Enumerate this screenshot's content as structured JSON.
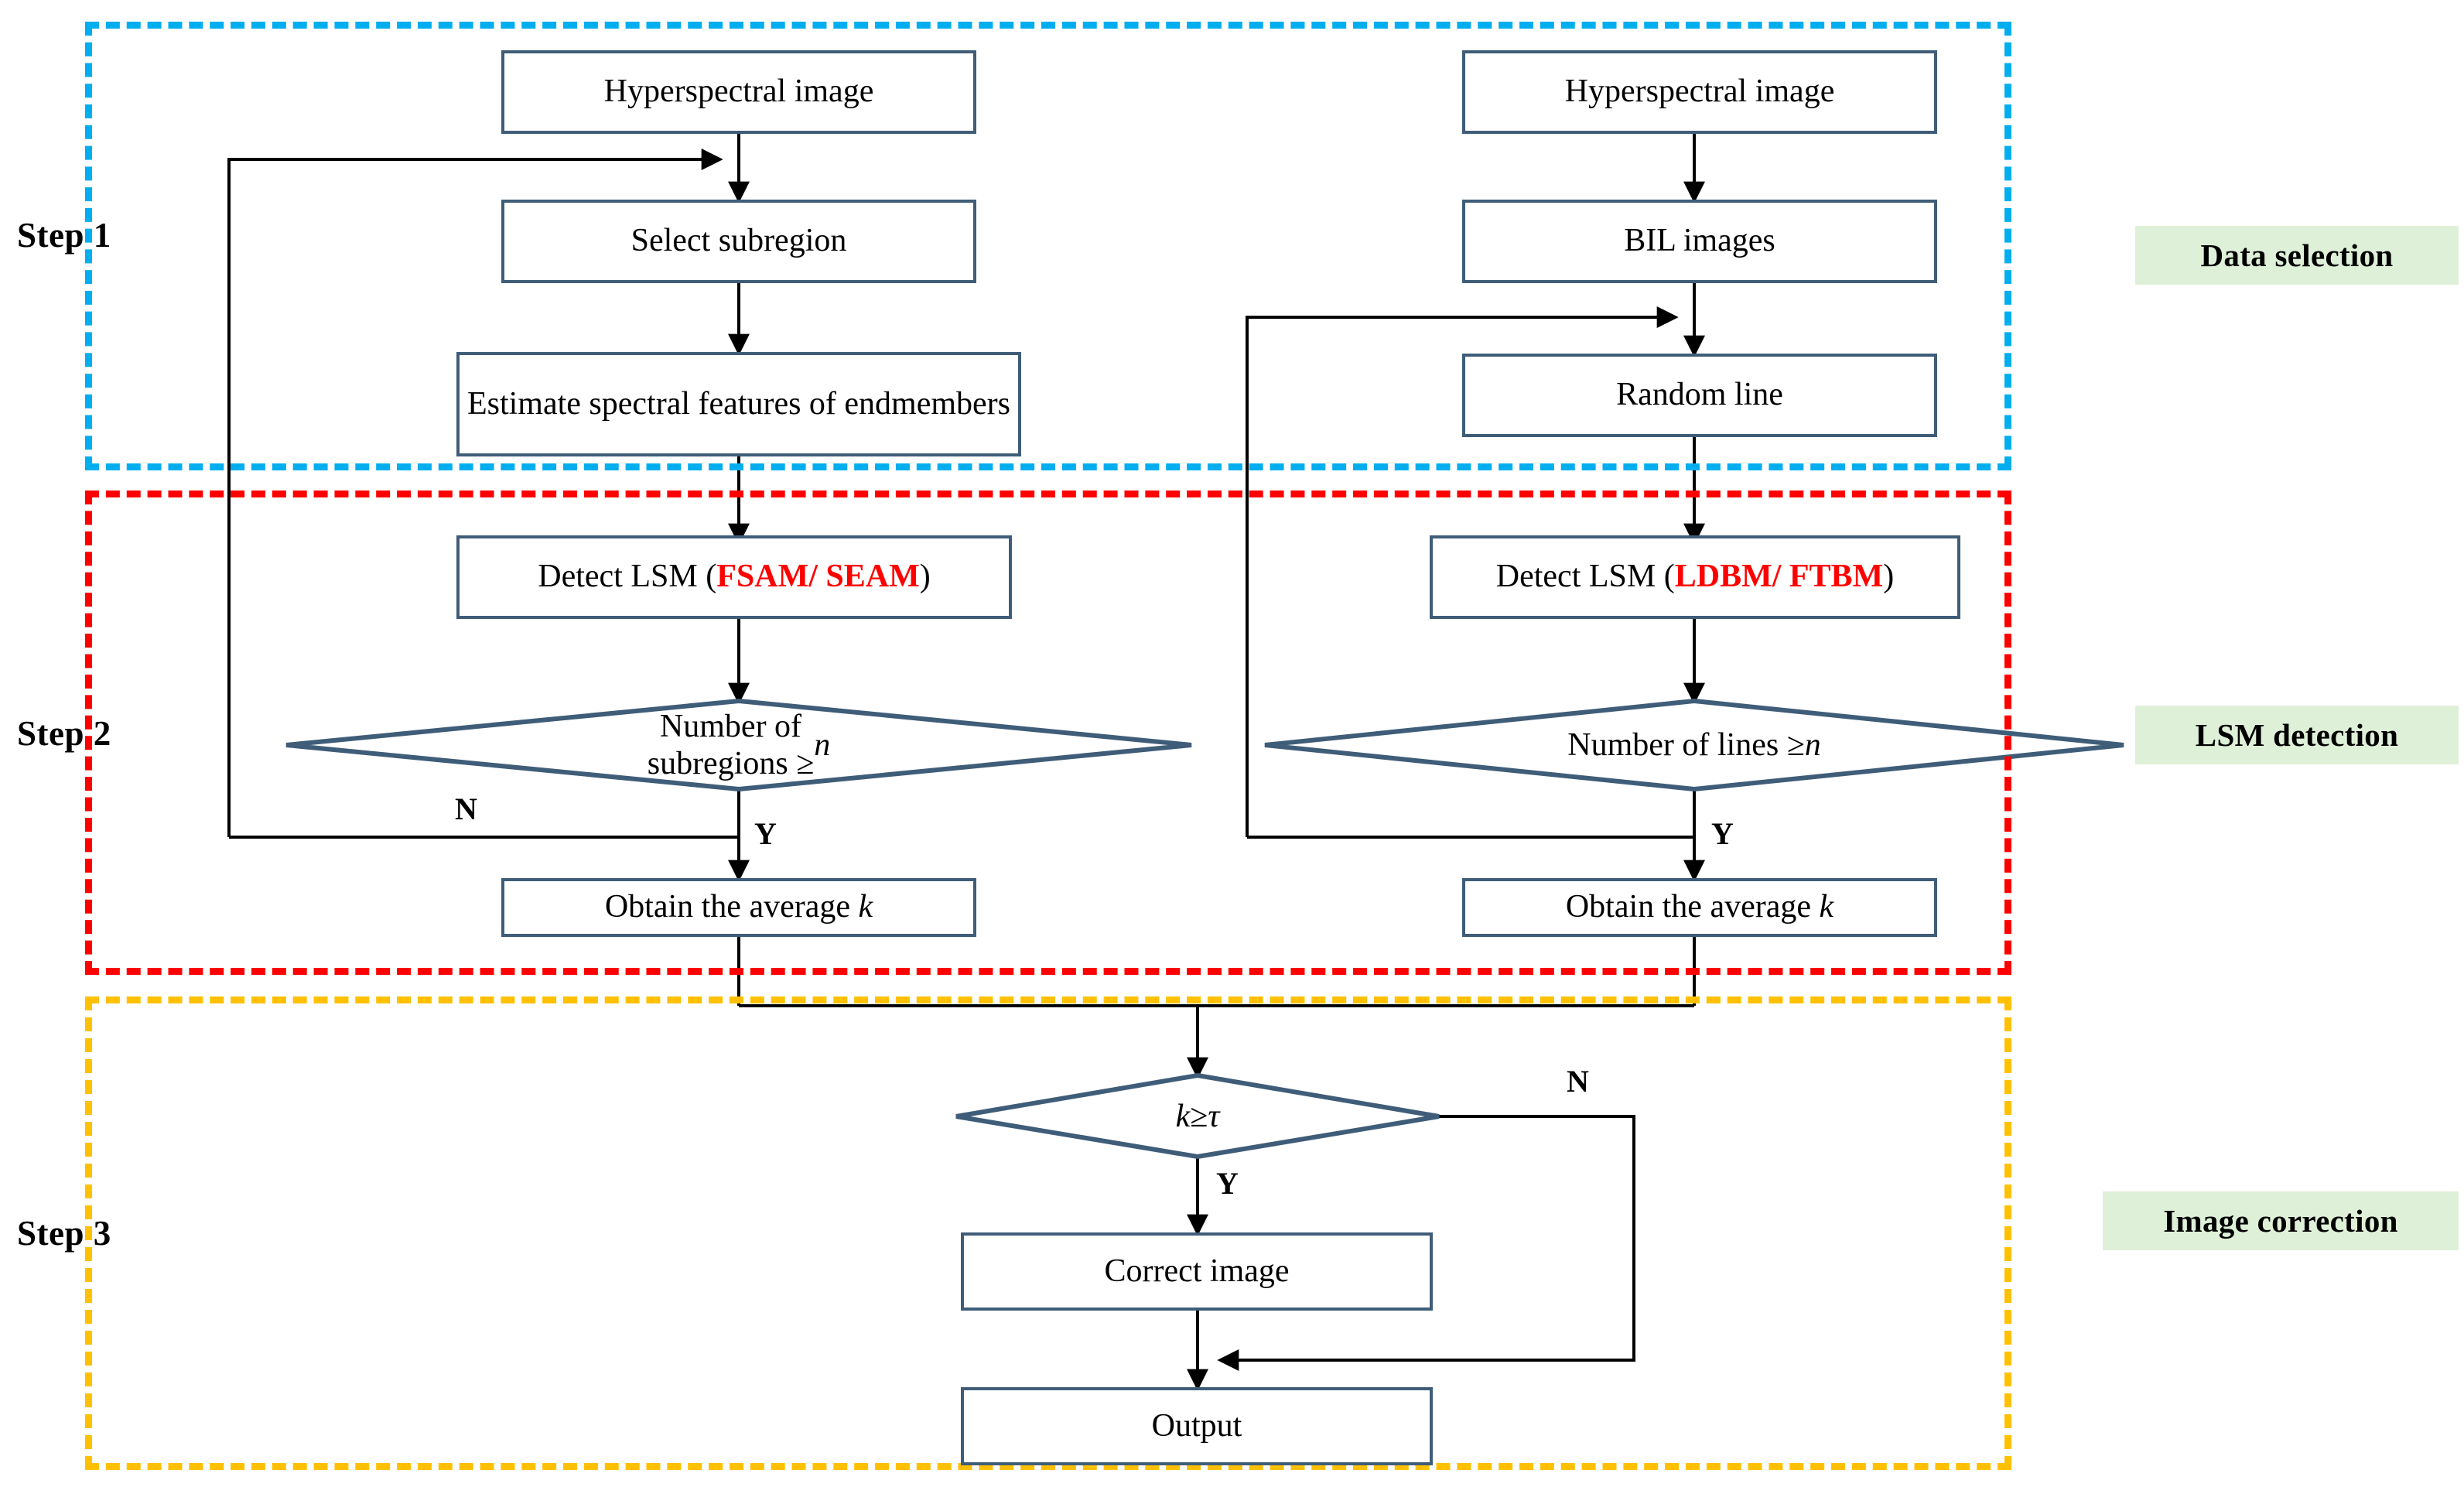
{
  "figure": {
    "type": "flowchart",
    "title": "Hyperspectral line-striping detection and correction workflow"
  },
  "steps": [
    {
      "id": "step1",
      "label": "Step 1",
      "color": "#00AEEF",
      "stage_label": "Data selection"
    },
    {
      "id": "step2",
      "label": "Step 2",
      "color": "#FF0000",
      "stage_label": "LSM detection"
    },
    {
      "id": "step3",
      "label": "Step 3",
      "color": "#FFC000",
      "stage_label": "Image correction"
    }
  ],
  "stage_chips": [
    {
      "text": "Data selection"
    },
    {
      "text": "LSM detection"
    },
    {
      "text": "Image correction"
    }
  ],
  "left_branch": {
    "nodes": [
      {
        "id": "l1",
        "text": "Hyperspectral image",
        "shape": "box"
      },
      {
        "id": "l2",
        "text": "Select subregion",
        "shape": "box"
      },
      {
        "id": "l3",
        "text": "Estimate spectral features of endmembers",
        "shape": "box"
      },
      {
        "id": "l4",
        "text_plain": "Detect LSM  (",
        "text_red": "FSAM/ SEAM",
        "text_tail": ")",
        "shape": "box"
      },
      {
        "id": "l5",
        "text": "Number of\nsubregions ≥ n",
        "shape": "diamond"
      },
      {
        "id": "l6",
        "text": "Obtain the average k",
        "shape": "box"
      }
    ],
    "branch_labels": {
      "no": "N",
      "yes": "Y"
    }
  },
  "right_branch": {
    "nodes": [
      {
        "id": "r1",
        "text": "Hyperspectral image",
        "shape": "box"
      },
      {
        "id": "r2",
        "text": "BIL images",
        "shape": "box"
      },
      {
        "id": "r3",
        "text": "Random line",
        "shape": "box"
      },
      {
        "id": "r4",
        "text_plain": "Detect LSM (",
        "text_red": "LDBM/ FTBM",
        "text_tail": ")",
        "shape": "box"
      },
      {
        "id": "r5",
        "text": "Number of lines ≥ n",
        "shape": "diamond"
      },
      {
        "id": "r6",
        "text": "Obtain the average k",
        "shape": "box"
      }
    ],
    "branch_labels": {
      "yes": "Y"
    }
  },
  "bottom_branch": {
    "nodes": [
      {
        "id": "b1",
        "text": "k ≥ τ",
        "shape": "diamond"
      },
      {
        "id": "b2",
        "text": "Correct image",
        "shape": "box"
      },
      {
        "id": "b3",
        "text": "Output",
        "shape": "box"
      }
    ],
    "branch_labels": {
      "no": "N",
      "yes": "Y"
    }
  },
  "colors": {
    "node_border": "#3F5D78",
    "connector": "#000000",
    "accent_red": "#FF0000",
    "step1_frame": "#00AEEF",
    "step2_frame": "#FF0000",
    "step3_frame": "#FFC000",
    "chip_bg": "#DFF0D8"
  }
}
